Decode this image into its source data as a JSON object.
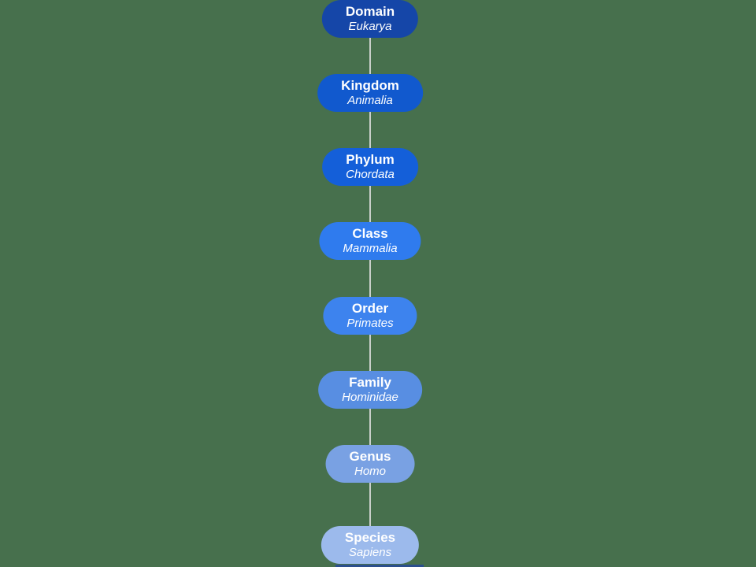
{
  "page": {
    "background_color": "#47704d",
    "connector_color": "#c9cfca",
    "text_color": "#ffffff",
    "bottom_edge_color": "#2b4f8e"
  },
  "taxonomy": {
    "levels": [
      {
        "rank": "Domain",
        "name": "Eukarya",
        "color": "#1546a8"
      },
      {
        "rank": "Kingdom",
        "name": "Animalia",
        "color": "#1159ce"
      },
      {
        "rank": "Phylum",
        "name": "Chordata",
        "color": "#145fd9"
      },
      {
        "rank": "Class",
        "name": "Mammalia",
        "color": "#2f7bee"
      },
      {
        "rank": "Order",
        "name": "Primates",
        "color": "#3d83ee"
      },
      {
        "rank": "Family",
        "name": "Hominidae",
        "color": "#588ee2"
      },
      {
        "rank": "Genus",
        "name": "Homo",
        "color": "#79a1e3"
      },
      {
        "rank": "Species",
        "name": "Sapiens",
        "color": "#9cbaec"
      }
    ]
  }
}
